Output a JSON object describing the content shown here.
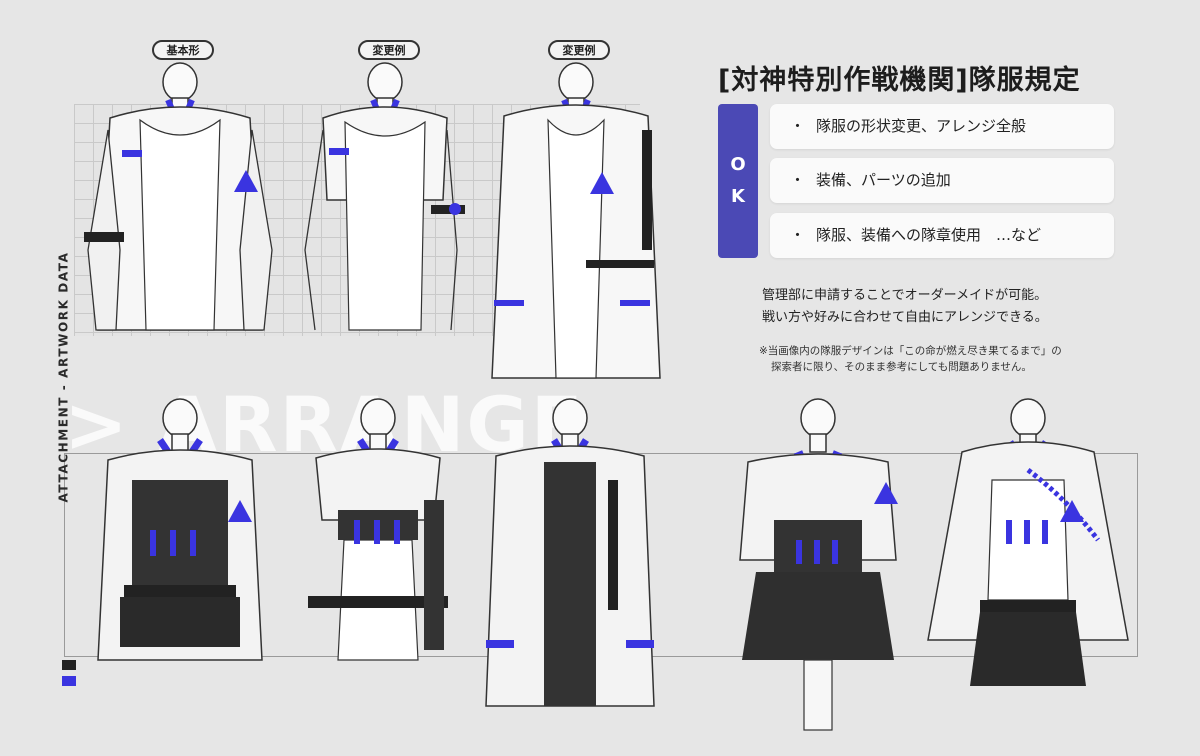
{
  "labels": {
    "basic": "基本形",
    "variant1": "変更例",
    "variant2": "変更例"
  },
  "title": "[対神特別作戦機関]隊服規定",
  "ok_letters": [
    "O",
    "K"
  ],
  "allowed_items": [
    "隊服の形状変更、アレンジ全般",
    "装備、パーツの追加",
    "隊服、装備への隊章使用　…など"
  ],
  "bullet": "・",
  "description": [
    "管理部に申請することでオーダーメイドが可能。",
    "戦い方や好みに合わせて自由にアレンジできる。"
  ],
  "note": [
    "※当画像内の隊服デザインは「この命が燃え尽き果てるまで」の",
    "探索者に限り、そのまま参考にしても問題ありません。"
  ],
  "arrange_heading": "> ARRANGE",
  "side_caption": "ATTACHMENT - ARTWORK DATA",
  "colors": {
    "accent_blue": "#4b49b5",
    "trim_blue": "#3a34e0",
    "black": "#222222",
    "white": "#fafafa",
    "background": "#e6e6e6"
  },
  "swatches": [
    "#222222",
    "#3a34e0"
  ]
}
